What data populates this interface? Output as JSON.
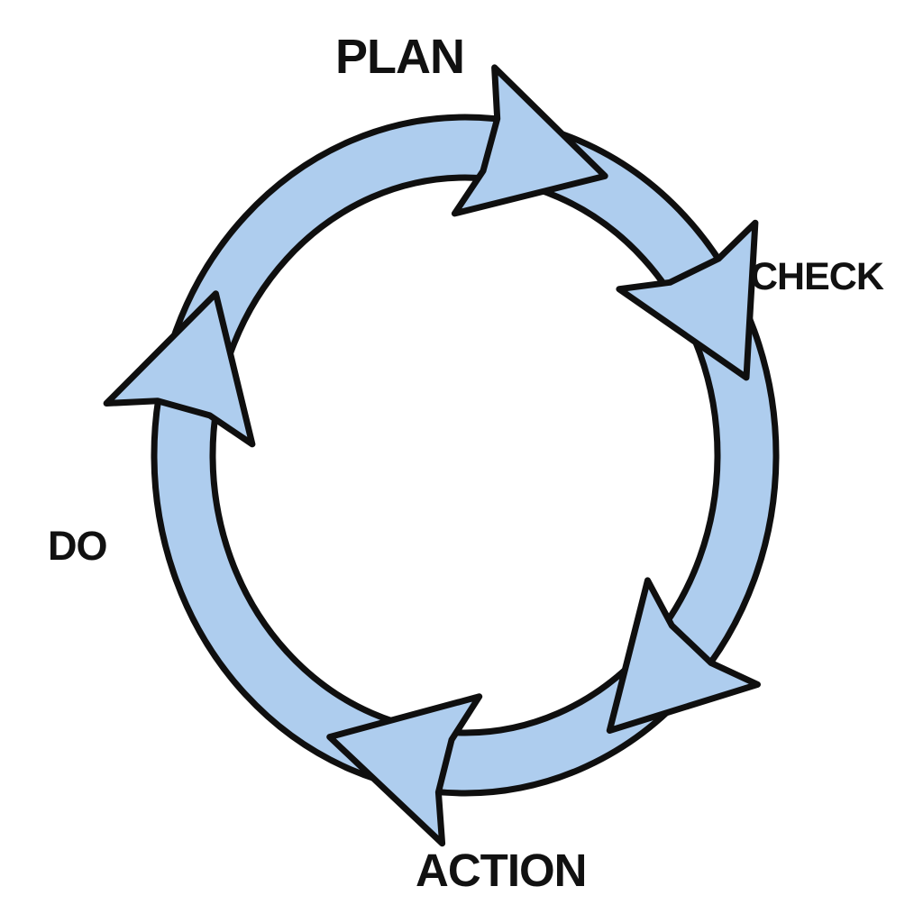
{
  "stages": {
    "plan": "PLAN",
    "check": "CHECK",
    "do": "DO",
    "action": "ACTION"
  },
  "colors": {
    "ring_fill": "#aecdee",
    "outline": "#0f0f0f",
    "label": "#111111",
    "background": "#ffffff"
  },
  "flow_direction": "clockwise",
  "sequence": [
    "PLAN",
    "CHECK",
    "ACTION",
    "DO"
  ]
}
